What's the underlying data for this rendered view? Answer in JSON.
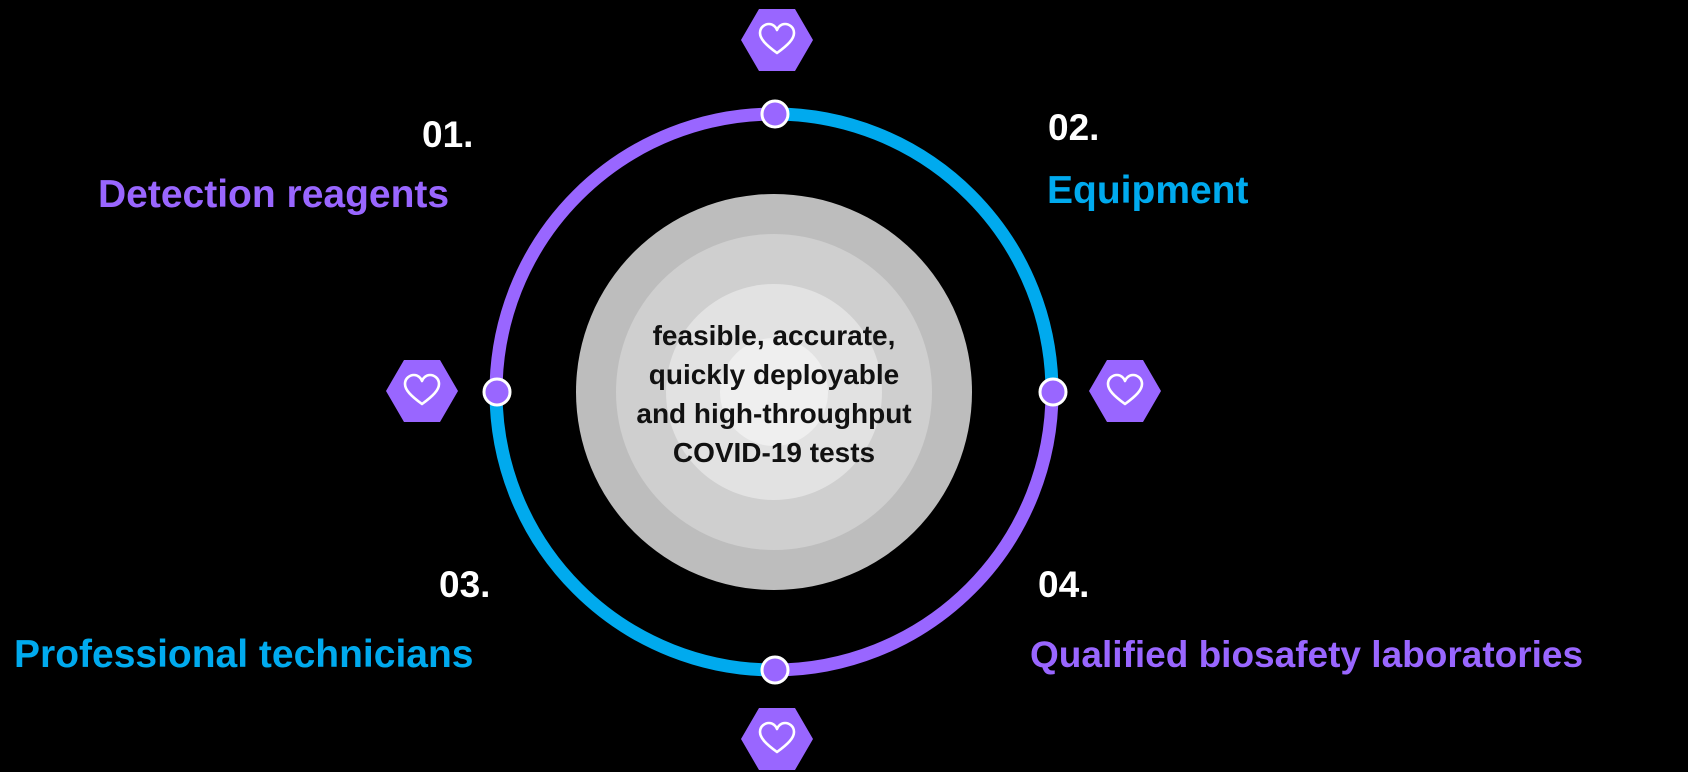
{
  "colors": {
    "background": "#000000",
    "purple": "#9966ff",
    "blue": "#00aaee",
    "ring_outer": "#bdbdbd",
    "ring_middle": "#cfcfcf",
    "ring_inner": "#e2e2e2",
    "core": "#efefef",
    "number_text": "#ffffff",
    "center_text": "#111111"
  },
  "center": {
    "lines": [
      "feasible, accurate,",
      "quickly deployable",
      "and high-throughput",
      "COVID-19 tests"
    ]
  },
  "items": [
    {
      "number": "01.",
      "label": "Detection reagents",
      "color": "#9966ff",
      "icon": "heart-icon"
    },
    {
      "number": "02.",
      "label": "Equipment",
      "color": "#00aaee",
      "icon": "heart-icon"
    },
    {
      "number": "03.",
      "label": "Professional technicians",
      "color": "#00aaee",
      "icon": "heart-icon"
    },
    {
      "number": "04.",
      "label": "Qualified biosafety laboratories",
      "color": "#9966ff",
      "icon": "heart-icon"
    }
  ]
}
